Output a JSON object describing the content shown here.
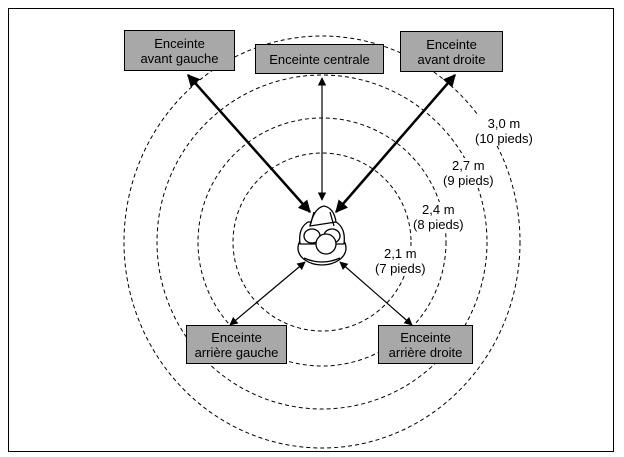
{
  "speakers": {
    "front_left": {
      "line1": "Enceinte",
      "line2": "avant gauche"
    },
    "center": {
      "line1": "Enceinte centrale"
    },
    "front_right": {
      "line1": "Enceinte",
      "line2": "avant droite"
    },
    "rear_left": {
      "line1": "Enceinte",
      "line2": "arrière gauche"
    },
    "rear_right": {
      "line1": "Enceinte",
      "line2": "arrière droite"
    }
  },
  "distances": [
    {
      "meters": "3,0 m",
      "feet": "(10 pieds)"
    },
    {
      "meters": "2,7 m",
      "feet": "(9 pieds)"
    },
    {
      "meters": "2,4 m",
      "feet": "(8 pieds)"
    },
    {
      "meters": "2,1 m",
      "feet": "(7 pieds)"
    }
  ],
  "colors": {
    "speaker_fill": "#a8a8a8",
    "line": "#000000",
    "background": "#ffffff"
  }
}
